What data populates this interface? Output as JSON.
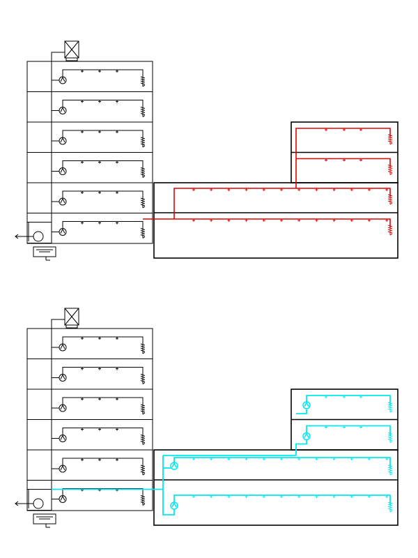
{
  "diagrams": [
    {
      "id": "top",
      "variant": "single-pump",
      "pipe_color": "#e00000",
      "tower_floors": 6,
      "tower_heads_per_floor": 3,
      "podium_high_floors": 2,
      "podium_high_heads_per_floor": 3,
      "podium_low_floors": 2,
      "podium_low_heads_per_floor": 12
    },
    {
      "id": "bottom",
      "variant": "zone-pumps",
      "pipe_color": "#00e8f0",
      "tower_floors": 6,
      "tower_heads_per_floor": 3,
      "podium_high_floors": 2,
      "podium_high_heads_per_floor": 3,
      "podium_low_floors": 2,
      "podium_low_heads_per_floor": 12
    }
  ],
  "symbols": {
    "roof_unit": "roof-fan-icon",
    "floor_pump": "pump-icon",
    "sprinkler": "sprinkler-head-icon",
    "drain": "drain-valve-icon",
    "source_pump": "main-pump-icon",
    "tank": "water-tank-icon",
    "inlet": "inlet-arrow-icon"
  }
}
